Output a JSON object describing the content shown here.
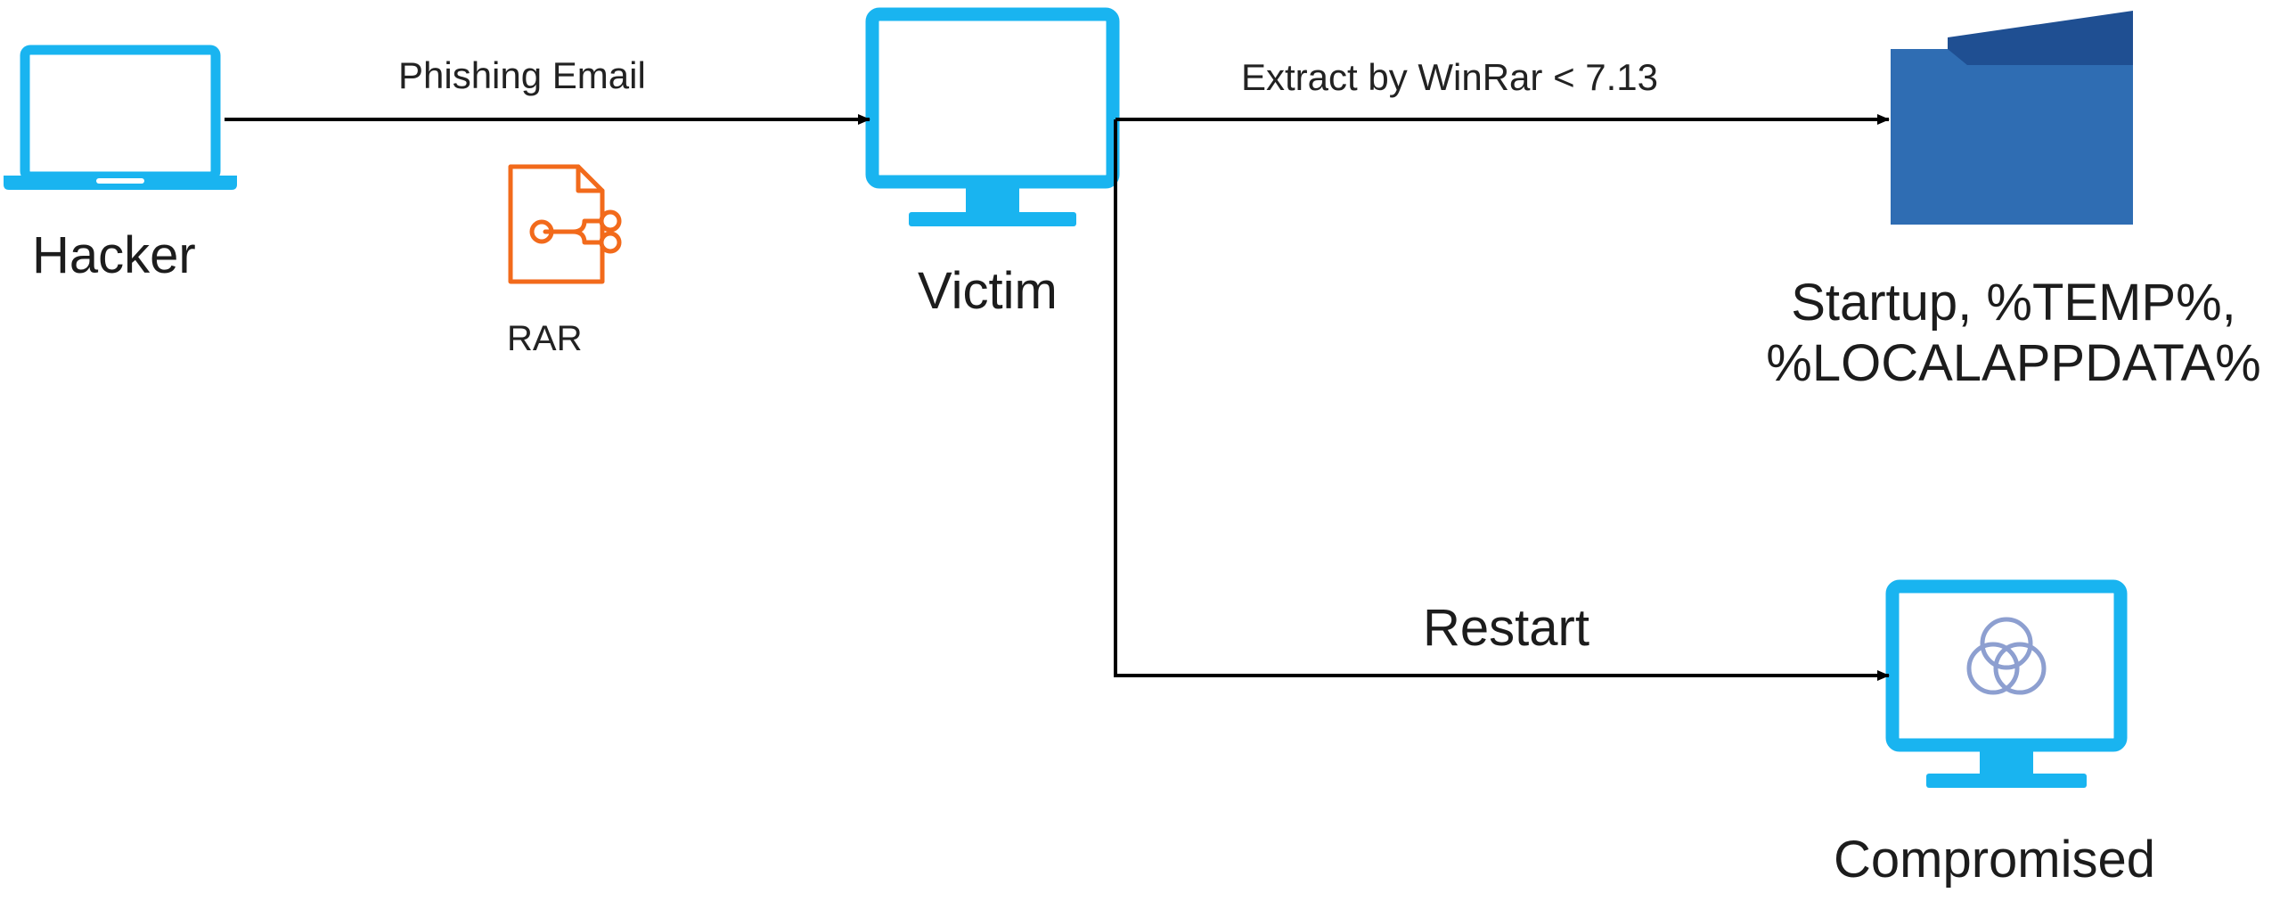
{
  "nodes": {
    "hacker": {
      "label": "Hacker",
      "icon": "laptop-icon"
    },
    "rar": {
      "label": "RAR",
      "icon": "archive-file-icon"
    },
    "victim": {
      "label": "Victim",
      "icon": "monitor-icon"
    },
    "folder": {
      "line1": "Startup, %TEMP%,",
      "line2": "%LOCALAPPDATA%",
      "icon": "folder-icon"
    },
    "compromised": {
      "label": "Compromised",
      "icon": "compromised-monitor-icon"
    }
  },
  "edges": {
    "phishing": {
      "label": "Phishing Email"
    },
    "extract": {
      "label": "Extract by WinRar < 7.13"
    },
    "restart": {
      "label": "Restart"
    }
  },
  "colors": {
    "device": "#19b4f0",
    "rar": "#f26a1b",
    "folder_front": "#2f6db3",
    "folder_back": "#1f4f92",
    "arrow": "#000000",
    "text": "#1c1c1c"
  }
}
